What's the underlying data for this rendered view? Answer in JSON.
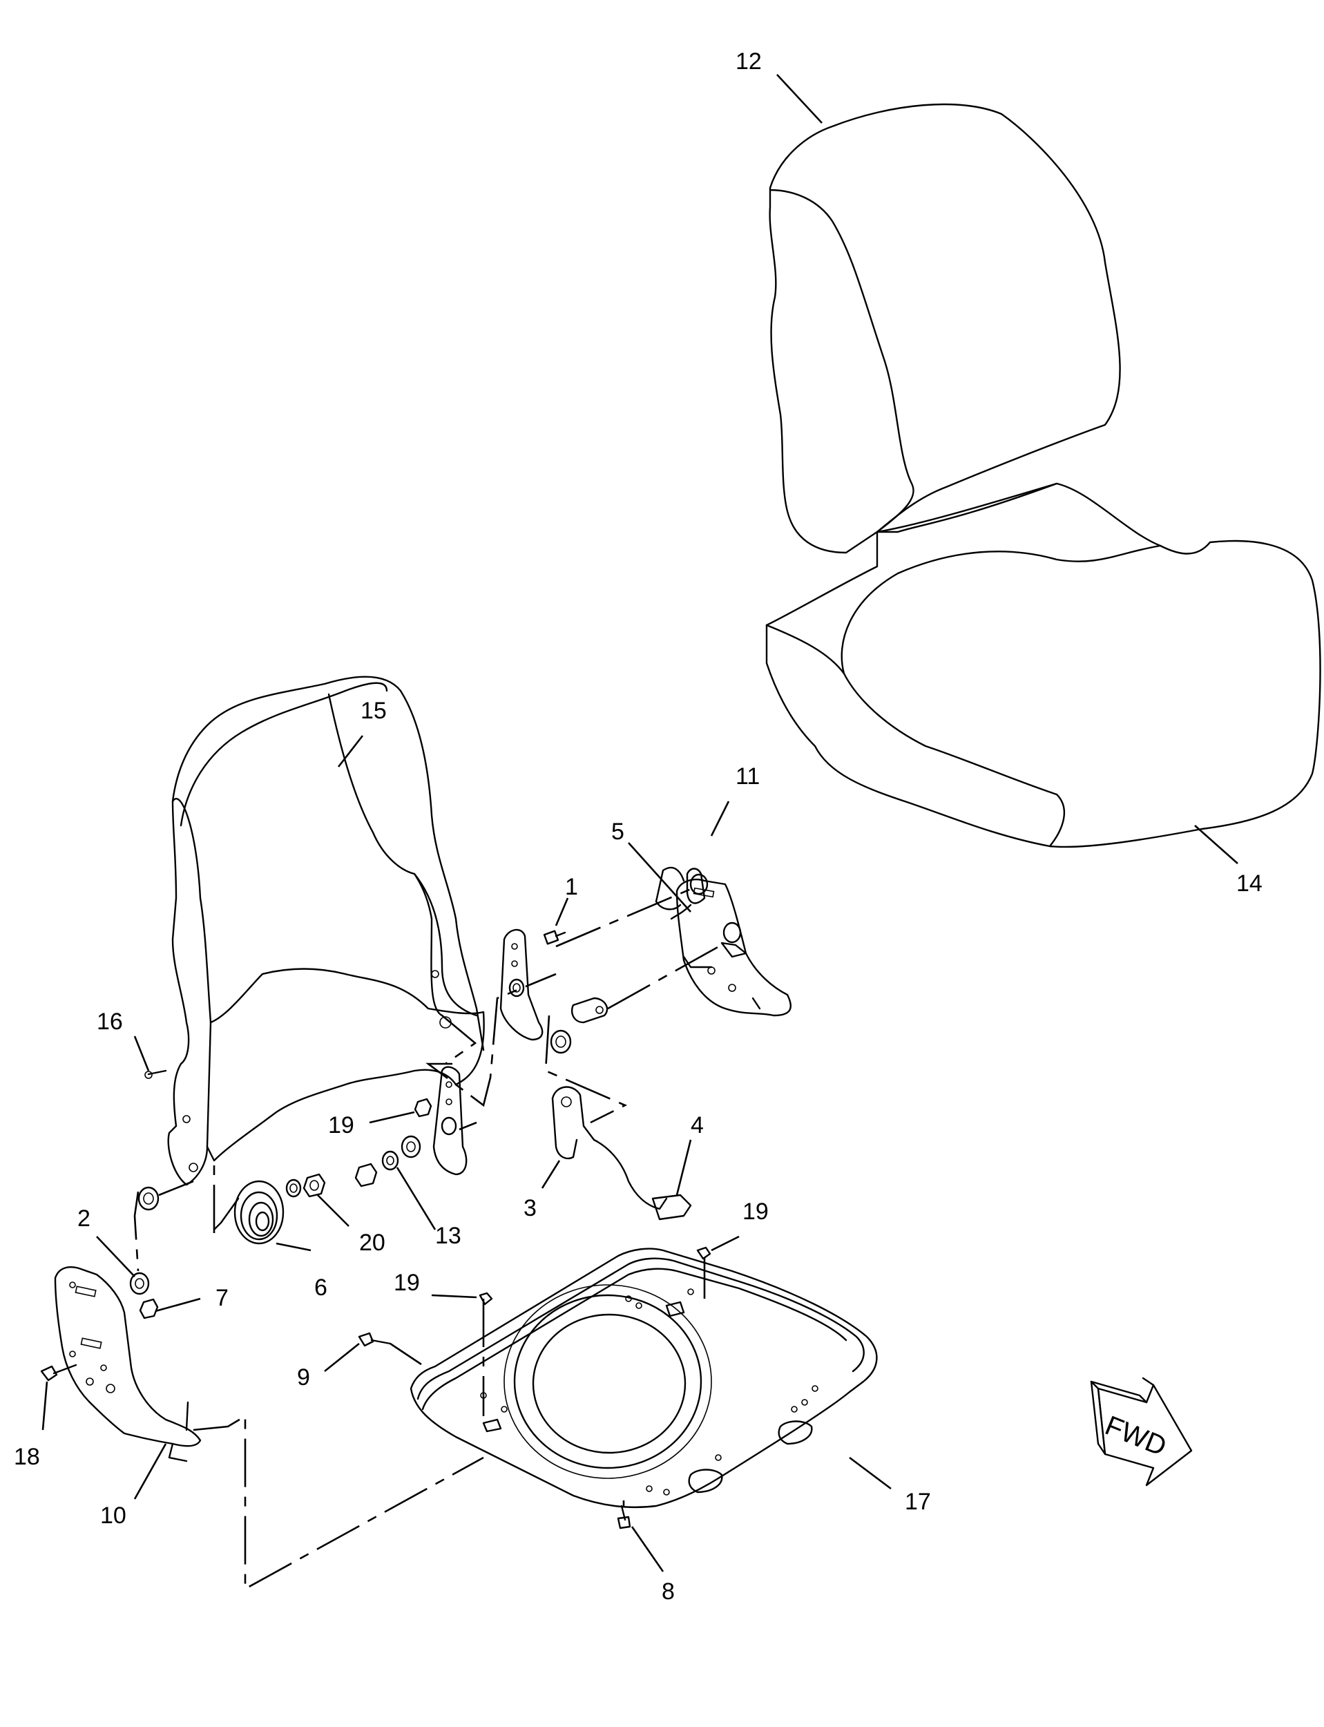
{
  "callouts": {
    "c1": "1",
    "c2": "2",
    "c3": "3",
    "c4": "4",
    "c5": "5",
    "c6": "6",
    "c7": "7",
    "c8": "8",
    "c9": "9",
    "c10": "10",
    "c11": "11",
    "c12": "12",
    "c13": "13",
    "c14": "14",
    "c15": "15",
    "c16": "16",
    "c17": "17",
    "c18": "18",
    "c19a": "19",
    "c19b": "19",
    "c19c": "19",
    "c20": "20"
  },
  "direction_label": "FWD"
}
